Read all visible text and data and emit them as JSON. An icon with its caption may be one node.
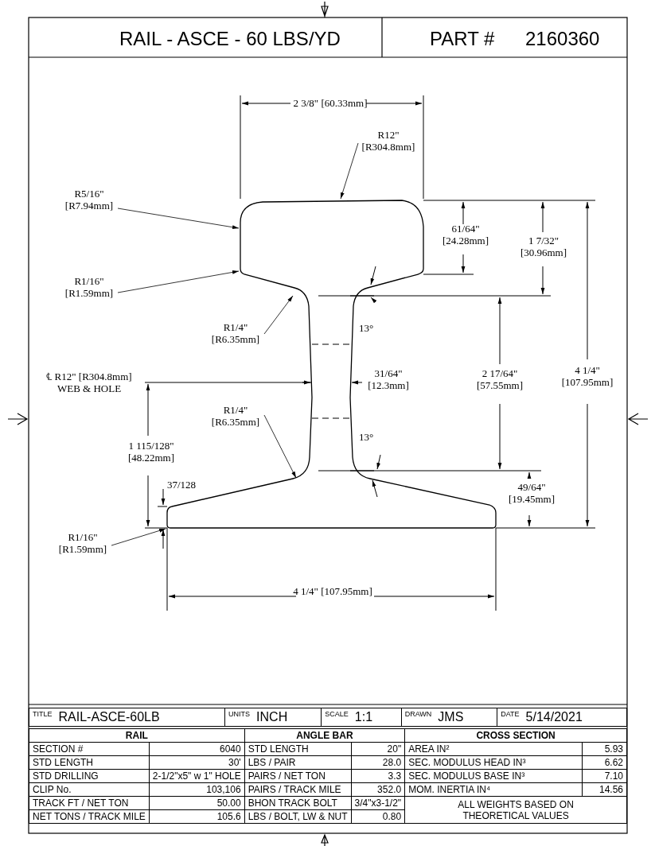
{
  "diagram": {
    "nodes": [
      {
        "text": [
          "R12\" [R304.8mm]"
        ]
      },
      {
        "text": [
          "R5/16\" [R7.94mm]"
        ]
      },
      {
        "text": [
          "R1/16\" [R1.59mm]"
        ]
      },
      {
        "text": [
          "R1/4\" [R6.35mm]"
        ]
      },
      {
        "text": [
          "R1/4\" [R6.35mm]"
        ]
      },
      {
        "text": [
          "R1/16\" [R1.59mm]"
        ]
      }
    ],
    "edges": [
      {
        "from": 0,
        "to": null,
        "arrow": "to"
      },
      {
        "from": 1,
        "to": null,
        "arrow": "to"
      },
      {
        "from": 2,
        "to": null,
        "arrow": "to"
      },
      {
        "from": 3,
        "to": null,
        "arrow": "to"
      },
      {
        "from": 4,
        "to": null,
        "arrow": "to"
      },
      {
        "from": 5,
        "to": null,
        "arrow": "to"
      }
    ],
    "labels": [
      "RAIL - ASCE - 60 LBS/YD",
      "PART #",
      "2160360",
      "2 3/8\" [60.33mm]",
      "61/64\" [24.28mm]",
      "1 7/32\" [30.96mm]",
      "13°",
      "℄ R12\" [R304.8mm] WEB & HOLE",
      "31/64\" [12.3mm]",
      "2 17/64\" [57.55mm]",
      "4 1/4\" [107.95mm]",
      "1 115/128\" [48.22mm]",
      "13°",
      "37/128",
      "49/64\" [19.45mm]",
      "4 1/4\" [107.95mm]",
      "TITLE",
      "RAIL-ASCE-60LB",
      "UNITS",
      "INCH",
      "SCALE",
      "1:1",
      "DRAWN",
      "JMS",
      "DATE",
      "5/14/2021",
      "RAIL",
      "ANGLE BAR",
      "CROSS SECTION",
      "SECTION #",
      "6040",
      "STD LENGTH",
      "20\"",
      "AREA  IN²",
      "5.93",
      "STD LENGTH",
      "30'",
      "LBS / PAIR",
      "28.0",
      "SEC. MODULUS HEAD  IN³",
      "6.62",
      "STD DRILLING",
      "2-1/2\"x5\" w 1\" HOLE",
      "PAIRS / NET TON",
      "3.3",
      "SEC. MODULUS BASE  IN³",
      "7.10",
      "CLIP No.",
      "103,106",
      "PAIRS / TRACK MILE",
      "352.0",
      "MOM. INERTIA  IN⁴",
      "14.56",
      "TRACK FT / NET TON",
      "50.00",
      "BHON TRACK BOLT",
      "3/4\"x3-1/2\"",
      "ALL WEIGHTS BASED ON THEORETICAL VALUES",
      "NET TONS / TRACK MILE",
      "105.6",
      "LBS / BOLT, LW & NUT",
      "0.80"
    ]
  }
}
